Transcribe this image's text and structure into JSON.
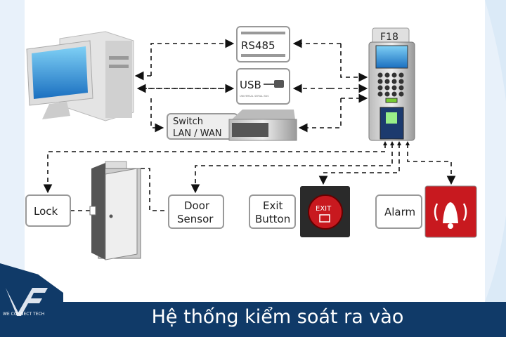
{
  "title": "Hệ thống kiểm soát ra vào",
  "brand": "WE CONNECT TECH",
  "nodes": {
    "rs485": "RS485",
    "usb": "USB",
    "usb_sub": "UNIVERSAL SERIAL BUS",
    "switch_1": "Switch",
    "switch_2": "LAN / WAN",
    "device": "F18",
    "lock": "Lock",
    "door_sensor_1": "Door",
    "door_sensor_2": "Sensor",
    "exit_1": "Exit",
    "exit_2": "Button",
    "exit_sign": "EXIT",
    "alarm": "Alarm"
  },
  "colors": {
    "footer": "#103a68",
    "red": "#c8191f",
    "dark": "#2a2a2a"
  }
}
